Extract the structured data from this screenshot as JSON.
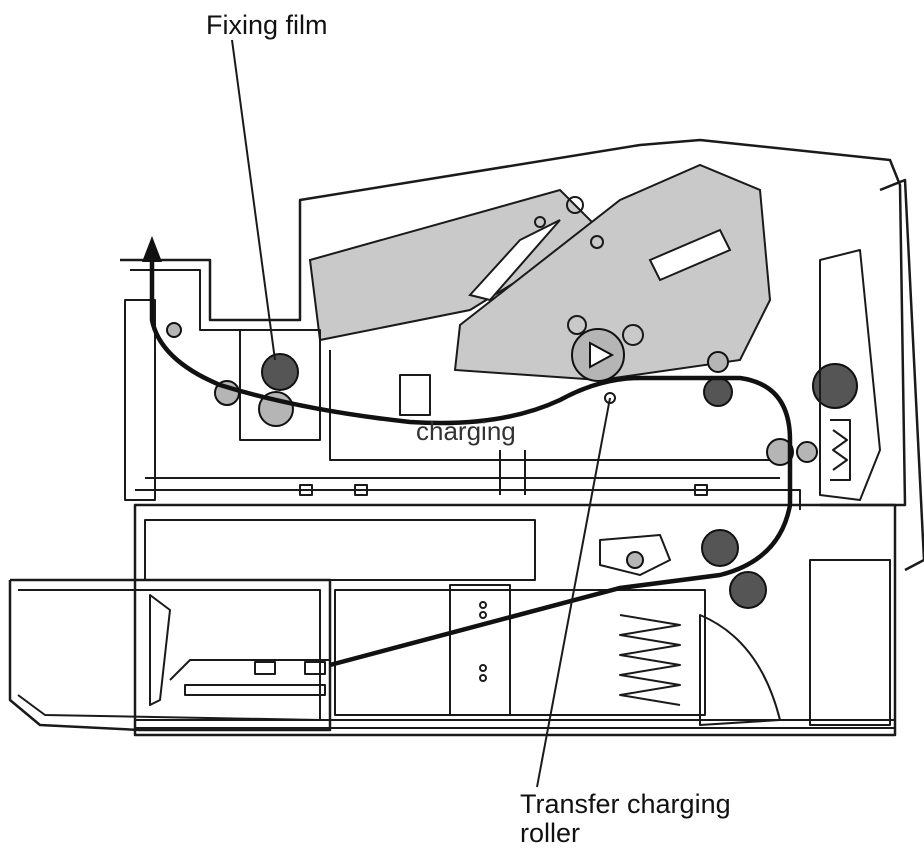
{
  "labels": {
    "fixing_film": "Fixing film",
    "transfer_line1": "Transfer charging",
    "transfer_line2": "roller",
    "charging": "charging"
  },
  "colors": {
    "line": "#1a1a1a",
    "shade": "#c9c9c9",
    "background": "#ffffff"
  }
}
